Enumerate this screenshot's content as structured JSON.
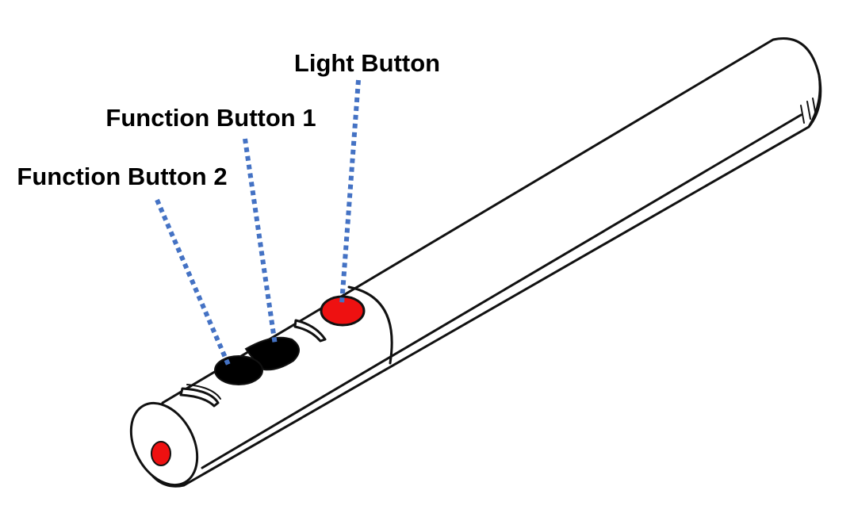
{
  "labels": {
    "light_button": "Light Button",
    "function_button_1": "Function Button 1",
    "function_button_2": "Function Button 2"
  },
  "colors": {
    "leader": "#4472c4",
    "light_button": "#ee1111",
    "laser_tip": "#ee1111",
    "function_buttons": "#000000",
    "outline": "#111111"
  }
}
